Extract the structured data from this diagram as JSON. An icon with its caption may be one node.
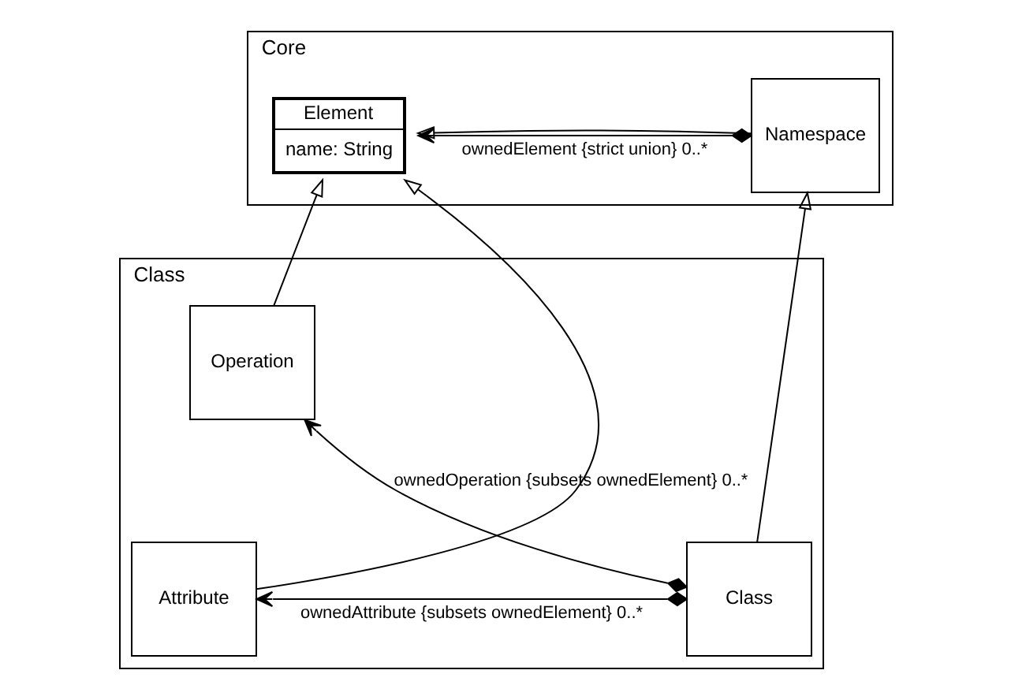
{
  "diagram": {
    "nodes": [
      {
        "text": [
          "Core"
        ]
      },
      {
        "text": [
          "Namespace"
        ],
        "in": 0
      },
      {
        "text": [
          "Element",
          "name: String"
        ],
        "in": 0
      },
      {
        "text": [
          "Class"
        ]
      },
      {
        "text": [
          "Class"
        ],
        "in": 3
      },
      {
        "text": [
          "Attribute"
        ],
        "in": 3
      },
      {
        "text": [
          "Operation"
        ],
        "in": 3
      }
    ],
    "edges": [
      {
        "from": 1,
        "to": 2,
        "arrow": "to"
      },
      {
        "from": 1,
        "to": 2,
        "arrow": "to",
        "label": "ownedElement {strict union} 0..*"
      },
      {
        "from": 4,
        "to": 1,
        "arrow": "to"
      },
      {
        "from": 5,
        "to": 2,
        "arrow": "to"
      },
      {
        "from": 6,
        "to": 2,
        "arrow": "to"
      },
      {
        "from": 4,
        "to": 5,
        "arrow": "to",
        "label": "ownedAttribute {subsets ownedElement} 0..*"
      },
      {
        "from": 4,
        "to": 6,
        "arrow": "to",
        "label": "ownedOperation {subsets ownedElement} 0..*"
      }
    ]
  }
}
